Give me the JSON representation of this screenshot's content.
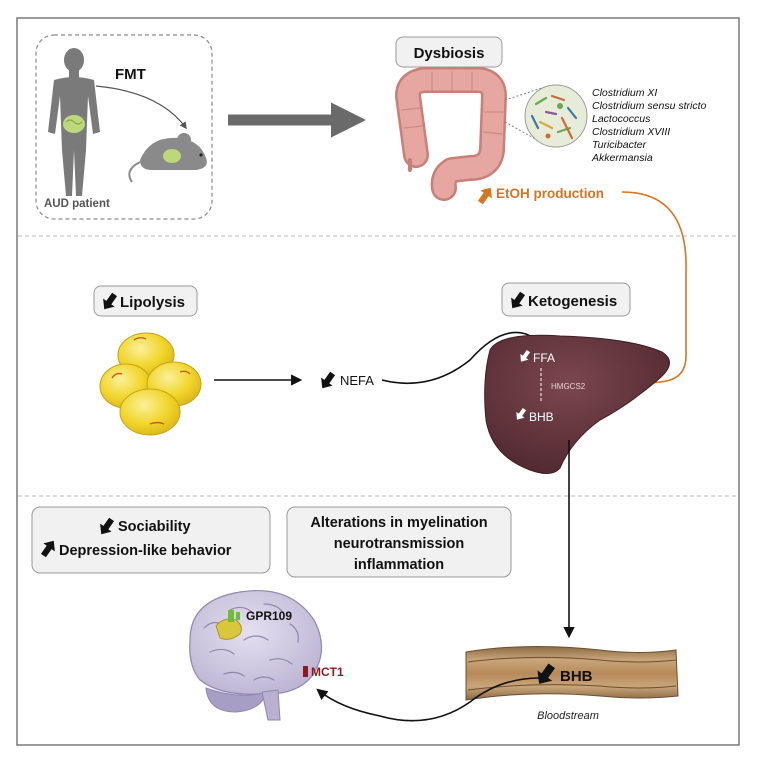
{
  "top": {
    "fmt_label": "FMT",
    "patient_label": "AUD patient",
    "dysbiosis_label": "Dysbiosis",
    "bacteria": [
      "Clostridium XI",
      "Clostridium sensu stricto",
      "Lactococcus",
      "Clostridium XVIII",
      "Turicibacter",
      "Akkermansia"
    ],
    "etoh_label": "EtOH production"
  },
  "middle": {
    "lipolysis_label": "Lipolysis",
    "ketogenesis_label": "Ketogenesis",
    "nefa_label": "NEFA",
    "ffa_label": "FFA",
    "hmgcs2_label": "HMGCS2",
    "bhb_liver_label": "BHB"
  },
  "bottom": {
    "behavior_line1": "Sociability",
    "behavior_line2": "Depression-like behavior",
    "alterations_line1": "Alterations in myelination",
    "alterations_line2": "neurotransmission",
    "alterations_line3": "inflammation",
    "gpr109_label": "GPR109",
    "mct1_label": "MCT1",
    "bhb_blood_label": "BHB",
    "bloodstream_label": "Bloodstream"
  },
  "colors": {
    "etoh_orange": "#d9731f",
    "liver": "#5e3138",
    "adipocyte": "#f1d52a",
    "colon": "#e5a7a0",
    "mct1_red": "#8e1b22",
    "gpr_green": "#6dbb3f",
    "divider": "#c8c8c8"
  }
}
